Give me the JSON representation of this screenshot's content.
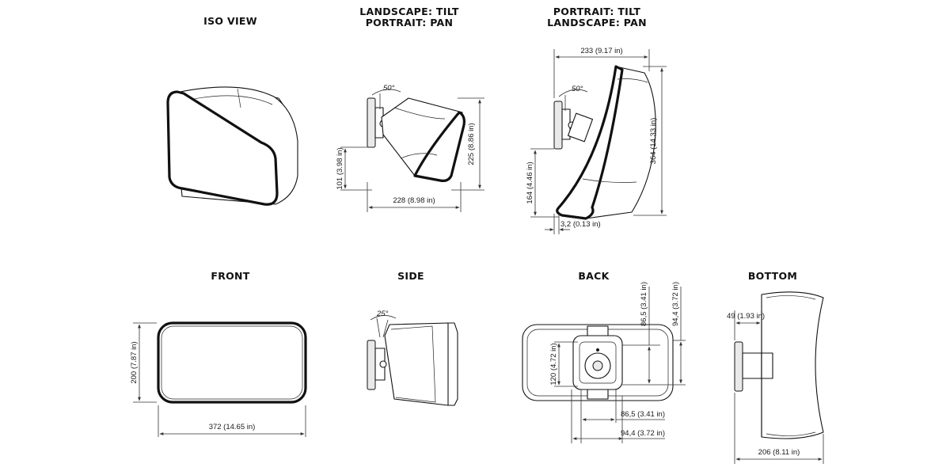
{
  "views": {
    "iso": {
      "title": "ISO VIEW"
    },
    "tilt": {
      "title_line1": "LANDSCAPE: TILT",
      "title_line2": "PORTRAIT: PAN",
      "angle": "50°",
      "height_total": "225 (8.86 in)",
      "height_mount": "101 (3.98 in)",
      "depth": "228 (8.98 in)"
    },
    "pan": {
      "title_line1": "PORTRAIT: TILT",
      "title_line2": "LANDSCAPE: PAN",
      "angle": "50°",
      "width_top": "233 (9.17 in)",
      "height_total": "364 (14.33 in)",
      "height_mount": "164 (4.46 in)",
      "offset": "3,2 (0.13 in)"
    },
    "front": {
      "title": "FRONT",
      "height": "200 (7.87 in)",
      "width": "372 (14.65 in)"
    },
    "side": {
      "title": "SIDE",
      "angle": "25°"
    },
    "back": {
      "title": "BACK",
      "bracket_height": "120 (4.72 in)",
      "v_inner": "86,5 (3.41 in)",
      "v_outer": "94,4 (3.72 in)",
      "h_inner": "86,5 (3.41 in)",
      "h_outer": "94,4 (3.72 in)"
    },
    "bottom": {
      "title": "BOTTOM",
      "mount_depth": "49 (1.93 in)",
      "width": "206 (8.11 in)"
    }
  },
  "colors": {
    "ink": "#111111",
    "dimension": "#333333",
    "background": "#ffffff"
  }
}
